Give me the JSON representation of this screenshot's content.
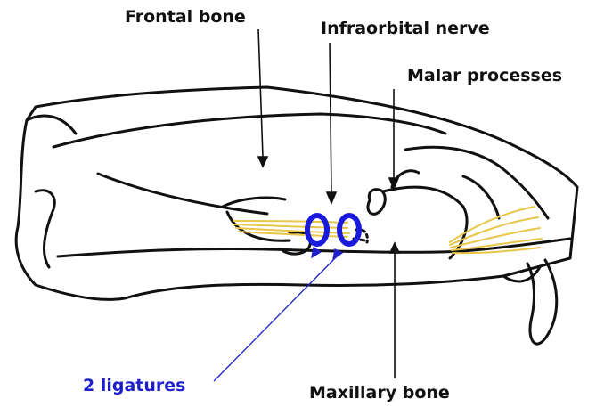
{
  "labels": {
    "frontal_bone": "Frontal bone",
    "infraorbital_nerve": "Infraorbital nerve",
    "malar_processes": "Malar processes",
    "maxillary_bone": "Maxillary bone",
    "ligatures": "2 ligatures"
  },
  "colors": {
    "outline": "#111111",
    "nerve": "#e8c64a",
    "ligature": "#1a1adc",
    "ligature_label": "#2020c8",
    "background": "#ffffff"
  }
}
